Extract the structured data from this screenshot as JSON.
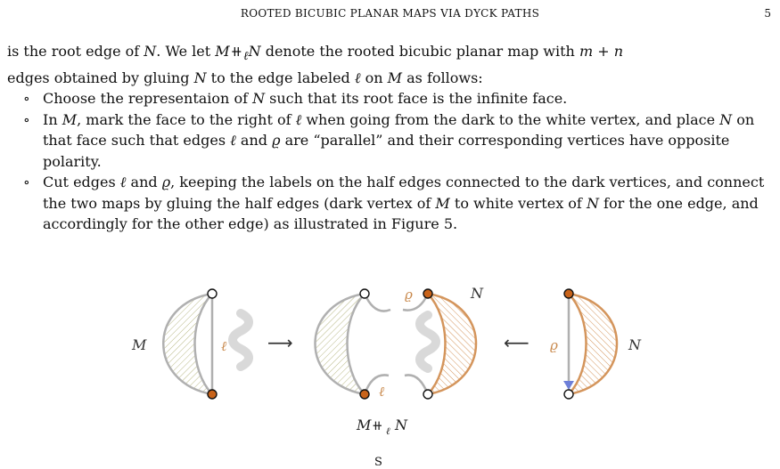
{
  "header": {
    "running_head": "ROOTED BICUBIC PLANAR MAPS VIA DYCK PATHS",
    "page_number": "5"
  },
  "body": {
    "intro_l1_a": "is the root edge of ",
    "intro_N": "N",
    "intro_l1_b": ". We let ",
    "intro_M": "M",
    "intro_op": "⧺",
    "intro_sub": "ℓ",
    "intro_N2": "N",
    "intro_l1_c": " denote the rooted bicubic planar map with ",
    "intro_mn": "m + n",
    "intro_l2_a": "edges obtained by gluing ",
    "intro_N3": "N",
    "intro_l2_b": " to the edge labeled ",
    "intro_ell": "ℓ",
    "intro_l2_c": " on ",
    "intro_M2": "M",
    "intro_l2_d": " as follows:",
    "bullet_glyph": "∘",
    "b1_a": "Choose the representaion of ",
    "b1_N": "N",
    "b1_b": " such that its root face is the infinite face.",
    "b2_a": "In ",
    "b2_M": "M",
    "b2_b": ", mark the face to the right of ",
    "b2_ell": "ℓ",
    "b2_c": " when going from the dark to the white vertex, and place ",
    "b2_N": "N",
    "b2_d": " on that face such that edges ",
    "b2_ell2": "ℓ",
    "b2_e": " and ",
    "b2_rho": "ϱ",
    "b2_f": " are “parallel” and their corresponding vertices have opposite polarity.",
    "b3_a": "Cut edges ",
    "b3_ell": "ℓ",
    "b3_b": " and ",
    "b3_rho": "ϱ",
    "b3_c": ", keeping the labels on the half edges connected to the dark vertices, and connect the two maps by gluing the half edges (dark vertex of ",
    "b3_M": "M",
    "b3_d": " to white vertex of ",
    "b3_N": "N",
    "b3_e": " for the one edge, and accordingly for the other edge) as illustrated in Figure 5."
  },
  "figure": {
    "label_M": "M",
    "label_ell_left": "ℓ",
    "arrow_right": "⟶",
    "label_rho_mid": "ϱ",
    "label_N_mid": "N",
    "label_ell_mid": "ℓ",
    "caption_M": "M",
    "caption_op": "⧺",
    "caption_sub": "ℓ",
    "caption_N": "N",
    "arrow_left": "⟵",
    "label_rho_right": "ϱ",
    "label_N_right": "N",
    "colors": {
      "dark_vertex": "#c8631a",
      "edge_gray": "#b0b0b0",
      "left_hatch": "#b9b987",
      "right_hatch": "#d4955c",
      "root_arrow": "#6d7fd8",
      "label_orange": "#c98a4e",
      "wiggle": "#d9d9d9"
    }
  },
  "caption_fragment": "S"
}
